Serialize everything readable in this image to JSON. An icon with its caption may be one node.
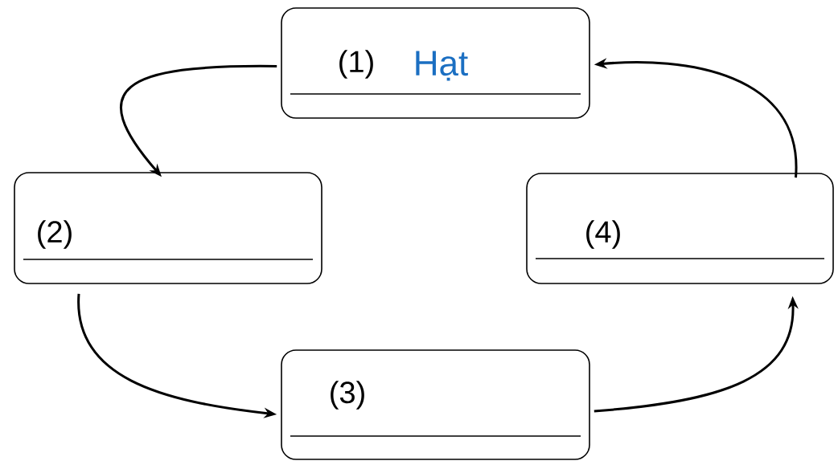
{
  "diagram": {
    "nodes": [
      {
        "text": [
          "(1)",
          "Hạt"
        ]
      },
      {
        "text": [
          "(2)"
        ]
      },
      {
        "text": [
          "(3)"
        ]
      },
      {
        "text": [
          "(4)"
        ]
      }
    ],
    "edges": [
      {
        "from": 0,
        "to": 1,
        "arrow": "to"
      },
      {
        "from": 1,
        "to": 2,
        "arrow": "to"
      },
      {
        "from": 2,
        "to": 3,
        "arrow": "to"
      },
      {
        "from": 3,
        "to": 0,
        "arrow": "to"
      }
    ]
  }
}
